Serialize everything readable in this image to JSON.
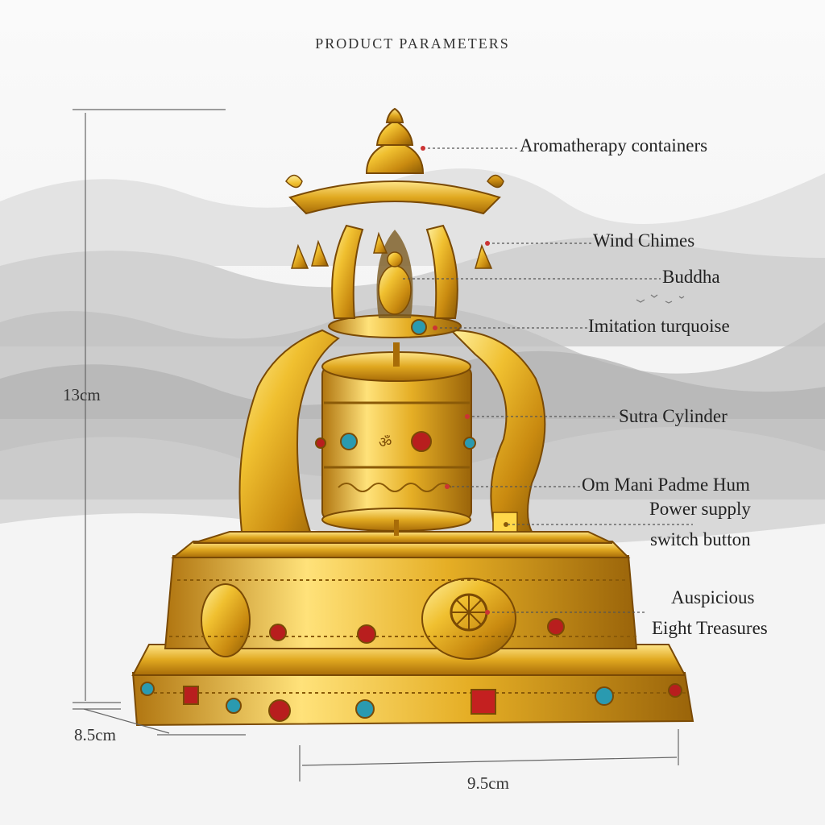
{
  "header": {
    "title": "PRODUCT PARAMETERS"
  },
  "callouts": [
    {
      "label": "Aromatherapy containers"
    },
    {
      "label": "Wind Chimes"
    },
    {
      "label": "Buddha"
    },
    {
      "label": "Imitation turquoise"
    },
    {
      "label": "Sutra Cylinder"
    },
    {
      "label": "Om Mani Padme Hum"
    },
    {
      "label": "Power supply"
    },
    {
      "label": "switch button"
    },
    {
      "label": "Auspicious"
    },
    {
      "label": "Eight Treasures"
    }
  ],
  "dimensions": {
    "height": "13cm",
    "depth": "8.5cm",
    "width": "9.5cm"
  },
  "product_image": {
    "icon": "prayer-wheel-icon",
    "accent_color": "#d9a520",
    "gem_red": "#b81e1e",
    "gem_turquoise": "#2a9ab0"
  }
}
